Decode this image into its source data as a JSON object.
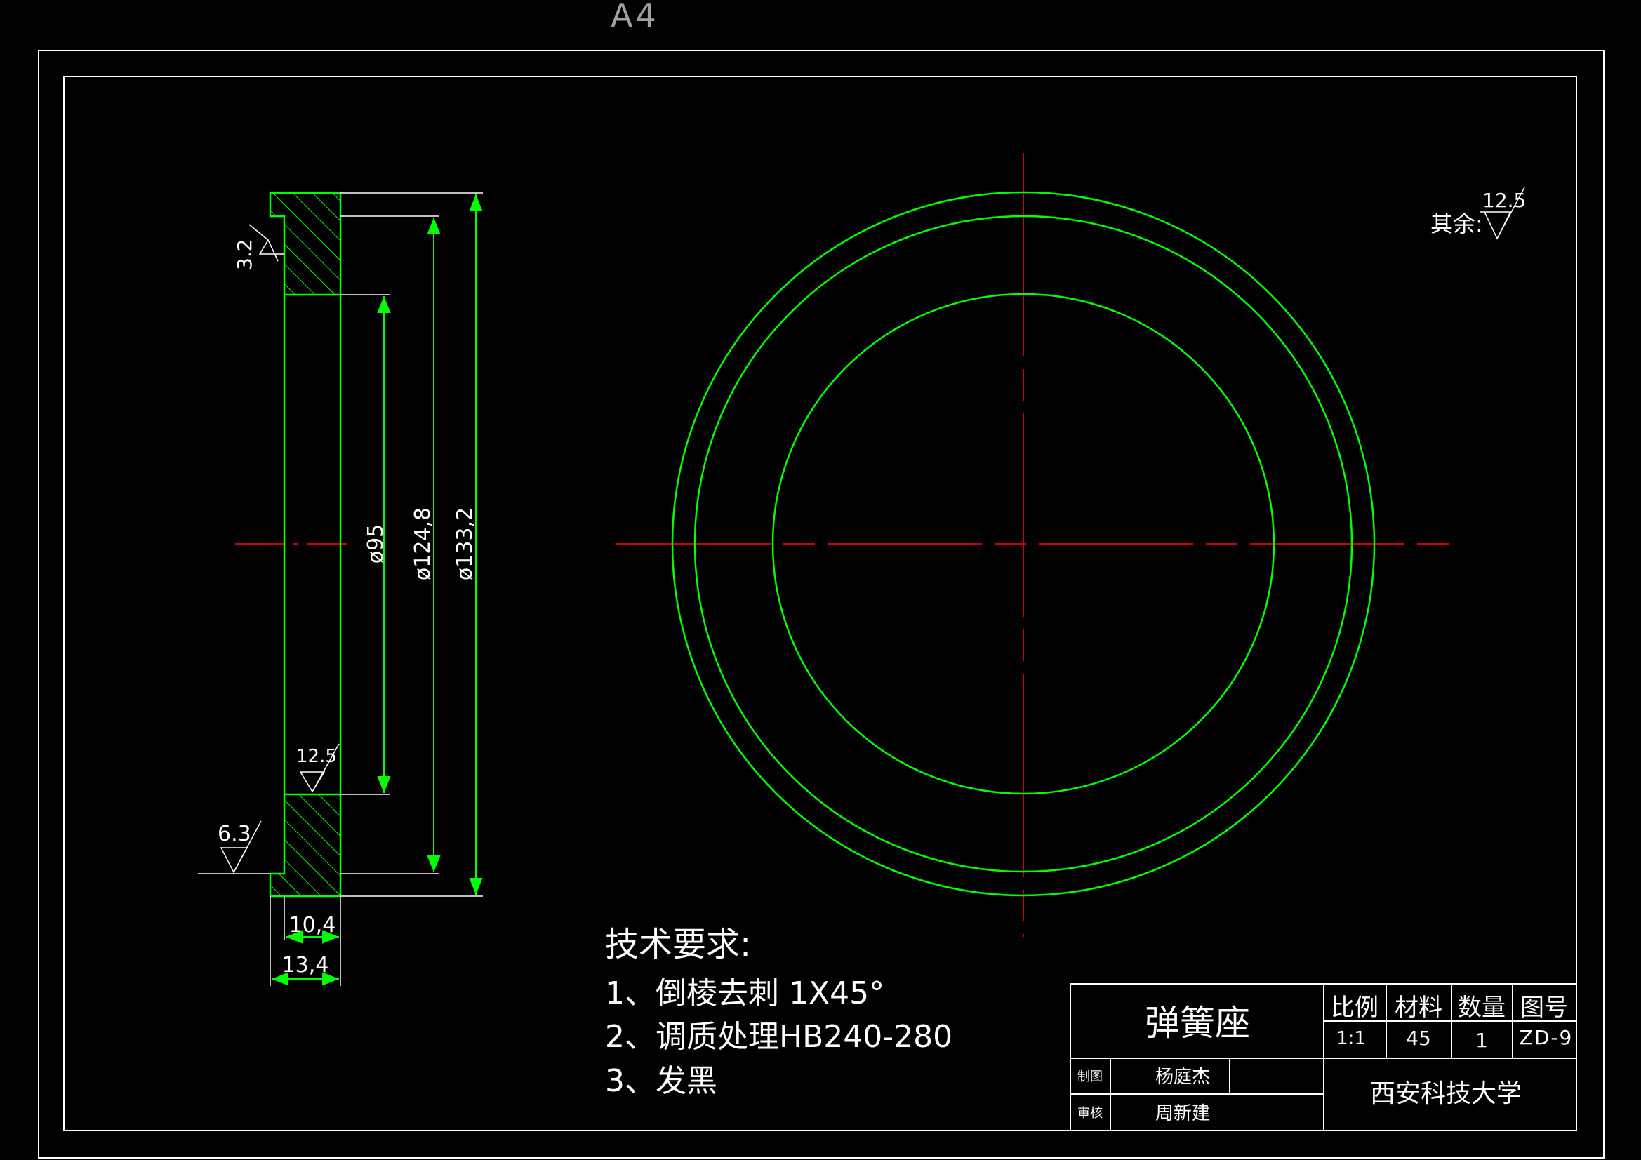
{
  "sheet": {
    "size_label": "A4"
  },
  "colors": {
    "background": "#000000",
    "frame": "#ffffff",
    "outline": "#00ff00",
    "centerline": "#cc0000",
    "hatch": "#00ff00",
    "text": "#ffffff",
    "dim": "#00ff00"
  },
  "dimensions": {
    "d95": "ø95",
    "d124": "ø124,8",
    "d133": "ø133,2",
    "w104": "10,4",
    "w134": "13,4"
  },
  "surface_finish": {
    "s32": "3.2",
    "s63": "6.3",
    "s125_inner": "12.5",
    "general_prefix": "其余:",
    "general_value": "12.5"
  },
  "tech_requirements": {
    "title": "技术要求:",
    "items": [
      "1、倒棱去刺 1X45°",
      "2、调质处理HB240-280",
      "3、发黑"
    ]
  },
  "title_block": {
    "part_name": "弹簧座",
    "headers": [
      "比例",
      "材料",
      "数量",
      "图号"
    ],
    "values": [
      "1:1",
      "45",
      "1",
      "ZD-9"
    ],
    "drawn_label": "制图",
    "drawn_name": "杨庭杰",
    "checked_label": "审核",
    "checked_name": "周新建",
    "institution": "西安科技大学"
  }
}
